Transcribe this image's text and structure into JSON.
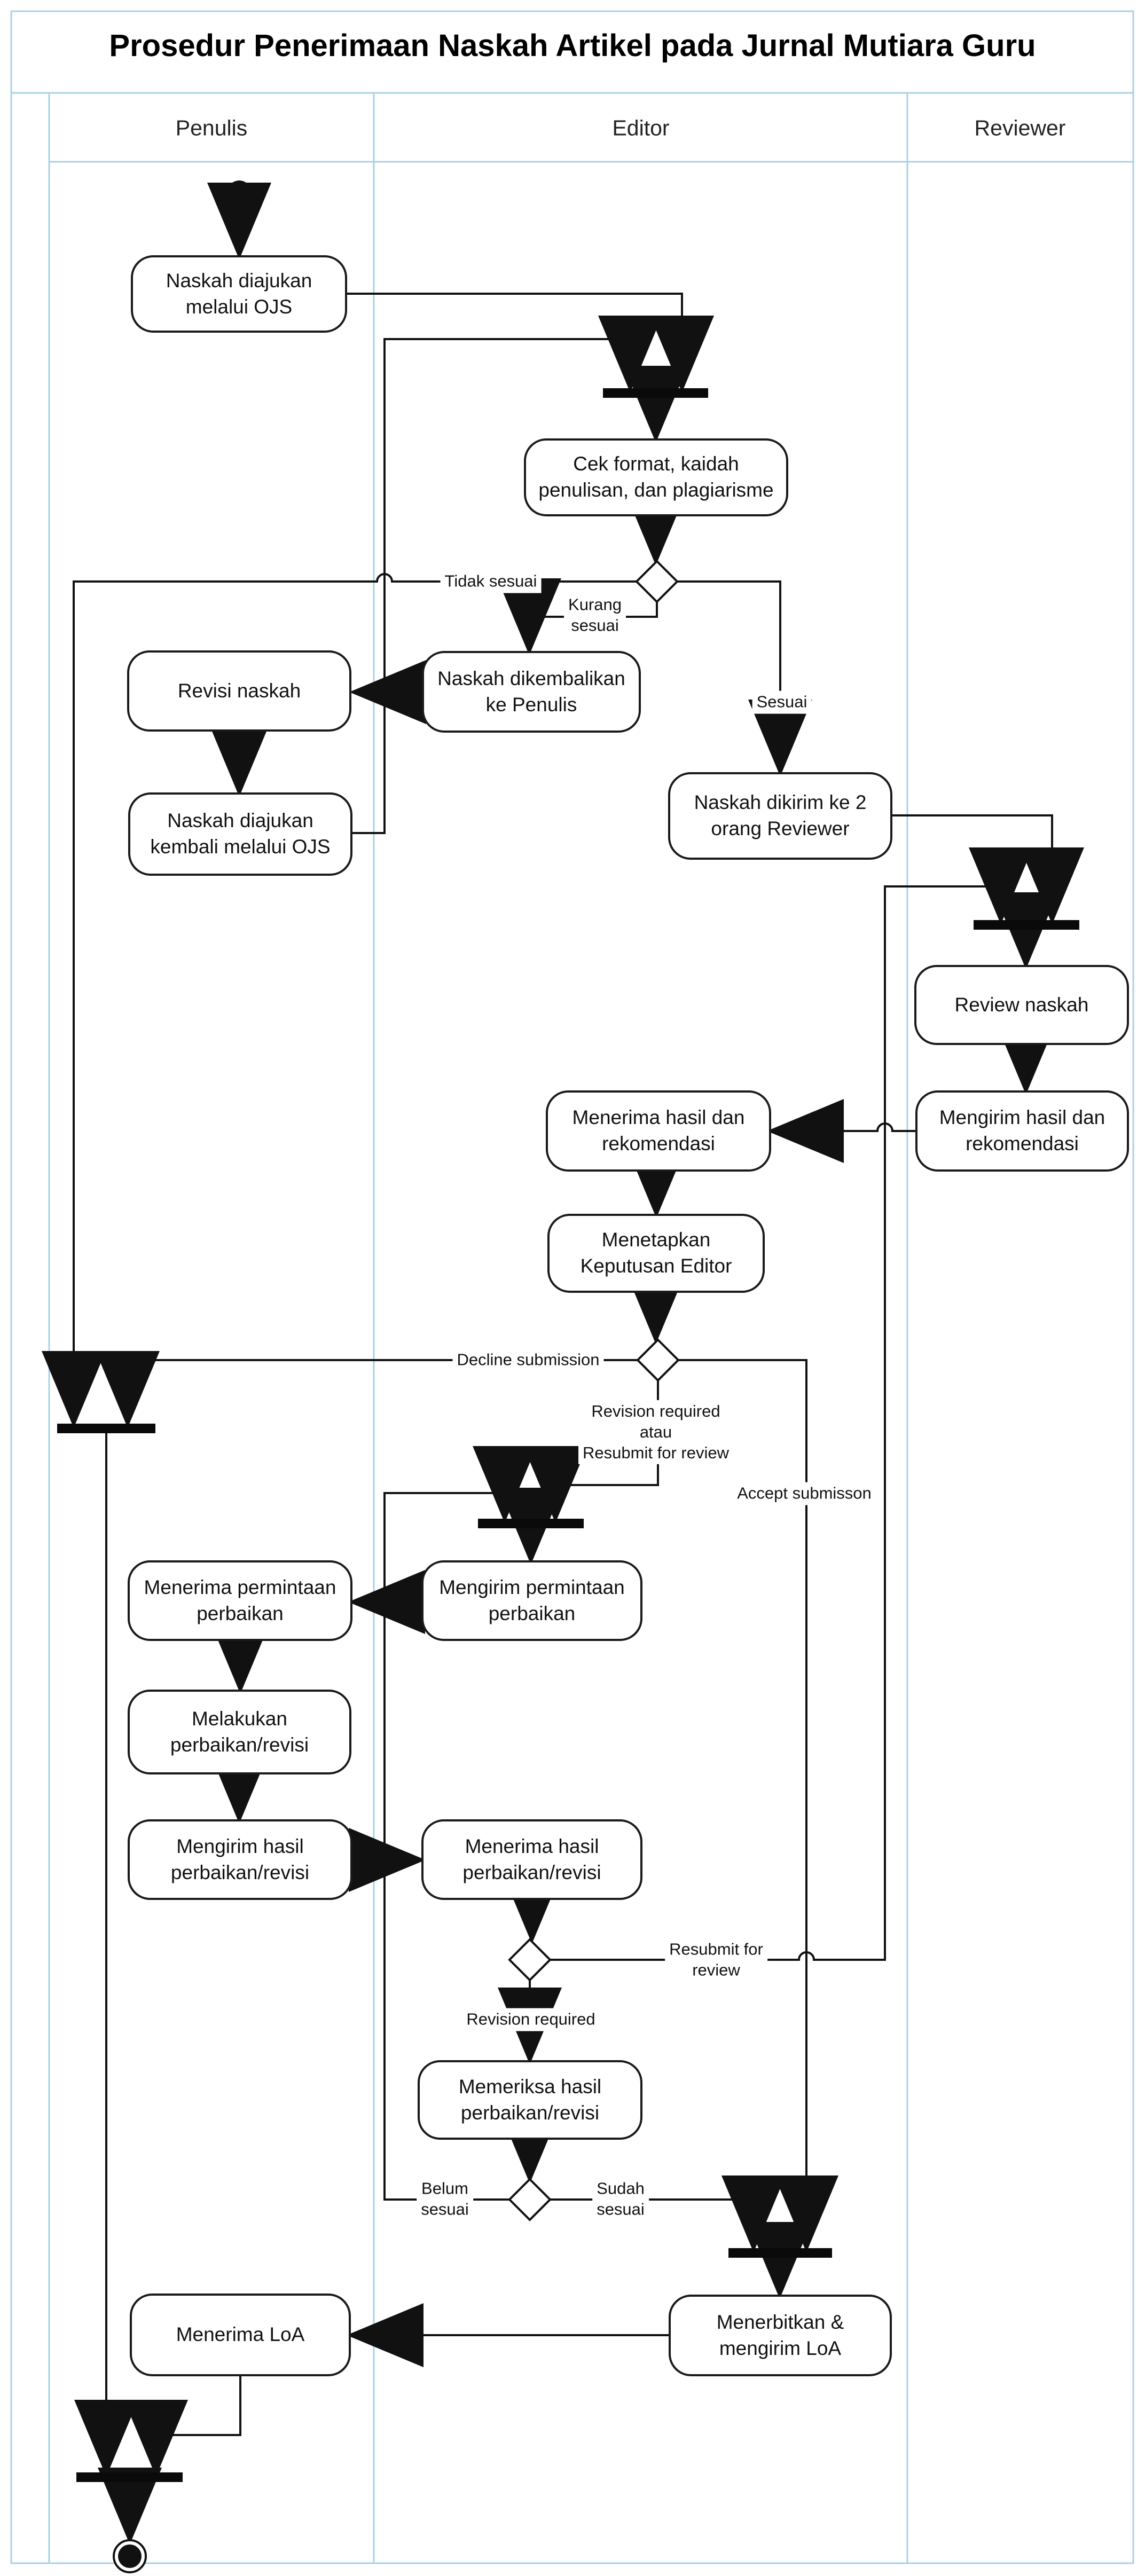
{
  "title": "Prosedur Penerimaan Naskah Artikel pada Jurnal Mutiara Guru",
  "lanes": [
    {
      "label": "Penulis"
    },
    {
      "label": "Editor"
    },
    {
      "label": "Reviewer"
    }
  ],
  "nodes": {
    "naskah_diajukan": {
      "label": "Naskah diajukan melalui OJS"
    },
    "cek_format": {
      "label": "Cek format, kaidah penulisan, dan plagiarisme"
    },
    "naskah_dikembalikan": {
      "label": "Naskah dikembalikan ke Penulis"
    },
    "revisi_naskah": {
      "label": "Revisi naskah"
    },
    "naskah_diajukan_kembali": {
      "label": "Naskah diajukan kembali melalui OJS"
    },
    "naskah_dikirim": {
      "label": "Naskah dikirim ke 2 orang Reviewer"
    },
    "review_naskah": {
      "label": "Review naskah"
    },
    "menerima_hasil": {
      "label": "Menerima hasil dan rekomendasi"
    },
    "mengirim_hasil": {
      "label": "Mengirim hasil dan rekomendasi"
    },
    "menetapkan_keputusan": {
      "label": "Menetapkan Keputusan Editor"
    },
    "mengirim_permintaan": {
      "label": "Mengirim permintaan perbaikan"
    },
    "menerima_permintaan": {
      "label": "Menerima permintaan perbaikan"
    },
    "melakukan_perbaikan": {
      "label": "Melakukan perbaikan/revisi"
    },
    "mengirim_hasil_perbaikan": {
      "label": "Mengirim hasil perbaikan/revisi"
    },
    "menerima_hasil_perbaikan": {
      "label": "Menerima hasil perbaikan/revisi"
    },
    "memeriksa_hasil": {
      "label": "Memeriksa hasil perbaikan/revisi"
    },
    "menerbitkan_loa": {
      "label": "Menerbitkan & mengirim LoA"
    },
    "menerima_loa": {
      "label": "Menerima LoA"
    }
  },
  "edge_labels": {
    "tidak_sesuai": "Tidak sesuai",
    "kurang_sesuai": "Kurang\nsesuai",
    "sesuai": "Sesuai",
    "decline_submission": "Decline submission",
    "revision_or_resubmit": "Revision required\natau\nResubmit for review",
    "accept_submisson": "Accept submisson",
    "resubmit_for_review": "Resubmit for\nreview",
    "revision_required": "Revision required",
    "belum_sesuai": "Belum\nsesuai",
    "sudah_sesuai": "Sudah\nsesuai"
  },
  "colors": {
    "frame": "#a9d2e4",
    "line": "#111111",
    "node_border": "#1a1a1a",
    "node_fill": "#ffffff",
    "text": "#111111"
  }
}
